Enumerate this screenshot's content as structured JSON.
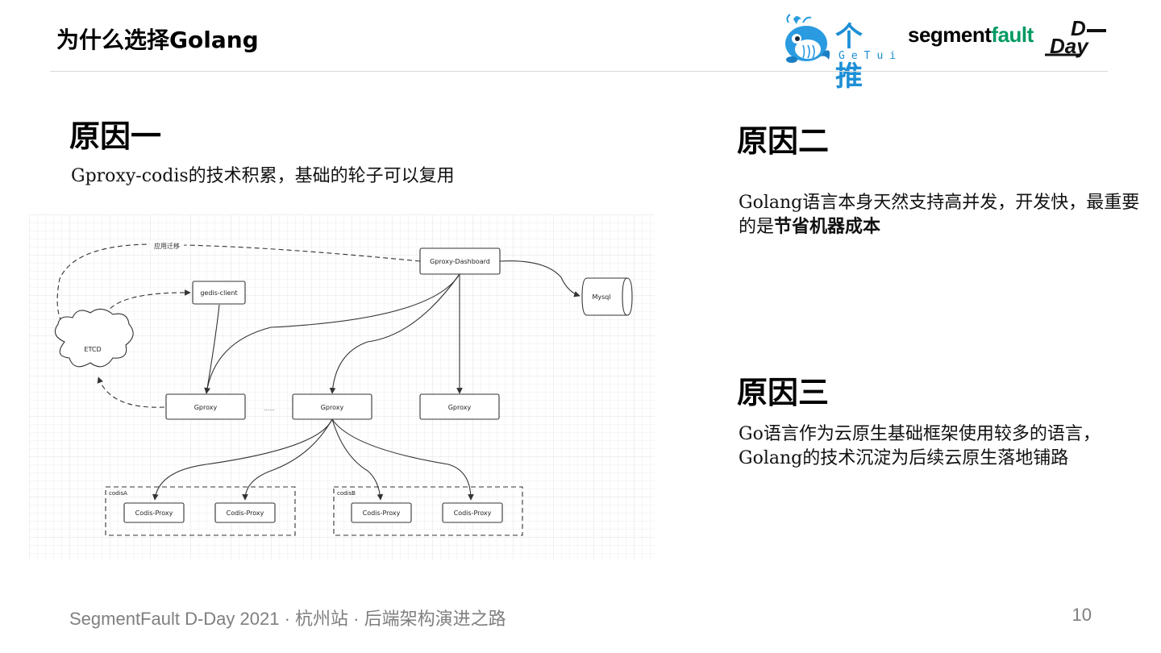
{
  "header": {
    "title": "为什么选择Golang",
    "logos": {
      "getui_cn": "个推",
      "getui_en": "GeTui",
      "sf_segment": "segment",
      "sf_fault": "fault",
      "dday": "D-Day"
    }
  },
  "reasons": [
    {
      "title": "原因一",
      "text": "Gproxy-codis的技术积累，基础的轮子可以复用"
    },
    {
      "title": "原因二",
      "text_plain": "Golang语言本身天然支持高并发，开发快，最重要的是",
      "text_bold": "节省机器成本"
    },
    {
      "title": "原因三",
      "line1": "Go语言作为云原生基础框架使用较多的语言，",
      "line2": "Golang的技术沉淀为后续云原生落地铺路"
    }
  ],
  "diagram": {
    "edge_label_migration": "应用迁移",
    "dashboard": "Gproxy-Dashboard",
    "mysql": "Mysql",
    "client": "gedis-client",
    "etcd": "ETCD",
    "gproxy": "Gproxy",
    "ellipsis": "......",
    "group_a": "codisA",
    "group_b": "codisB",
    "codis_proxy": "Codis-Proxy"
  },
  "footer": {
    "text": "SegmentFault D-Day 2021 · 杭州站 · 后端架构演进之路",
    "page": "10"
  },
  "colors": {
    "getui_blue": "#1d8fd6",
    "sf_green": "#009a61",
    "footer_gray": "#7f7f7f"
  }
}
